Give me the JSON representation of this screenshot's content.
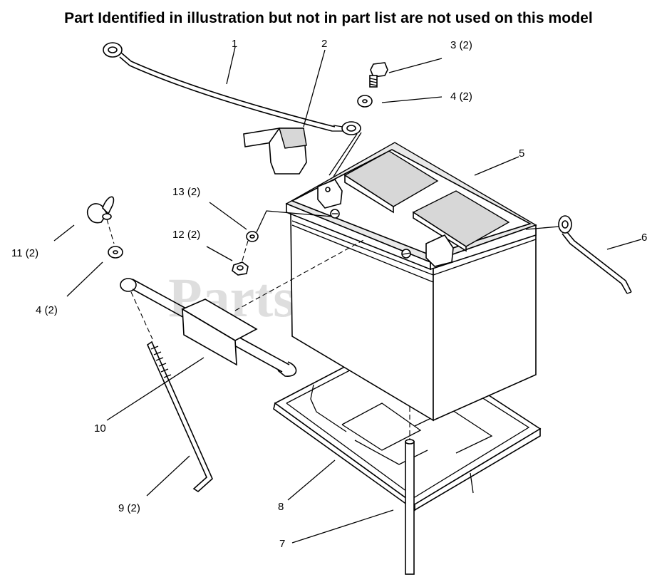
{
  "header": {
    "notice": "Part Identified in illustration but not in part list are not used on this model"
  },
  "watermark": "PartsTree",
  "callouts": {
    "c1": "1",
    "c2": "2",
    "c3": "3 (2)",
    "c4a": "4 (2)",
    "c5": "5",
    "c6": "6",
    "c7": "7",
    "c8": "8",
    "c9": "9 (2)",
    "c10": "10",
    "c11": "11 (2)",
    "c4b": "4 (2)",
    "c12": "12 (2)",
    "c13": "13 (2)"
  }
}
